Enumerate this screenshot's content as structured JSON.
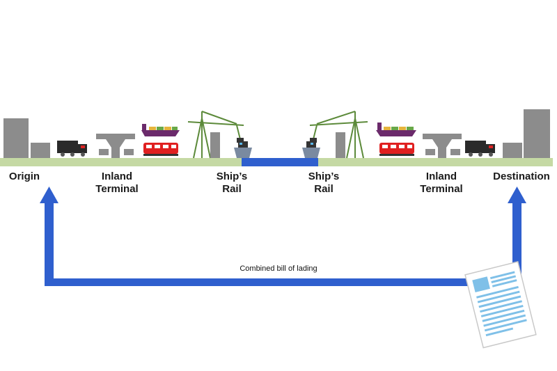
{
  "labels": {
    "origin": "Origin",
    "inland_left": [
      "Inland",
      "Terminal"
    ],
    "ship_rail_left": [
      "Ship’s",
      "Rail"
    ],
    "ship_rail_right": [
      "Ship’s",
      "Rail"
    ],
    "inland_right": [
      "Inland",
      "Terminal"
    ],
    "destination": "Destination"
  },
  "caption": "Combined bill of lading",
  "colors": {
    "ground": "#c5d9a4",
    "sea_band": "#2f5fce",
    "arrow": "#2f5fce",
    "building": "#8c8c8c",
    "truck": "#2a2a2a",
    "train": "#e02020",
    "crane": "#5c8a3a",
    "document": "#7fc0e8"
  },
  "icons": [
    "warehouse-icon",
    "truck-icon",
    "terminal-icon",
    "barge-icon",
    "train-icon",
    "crane-icon",
    "ship-icon",
    "document-icon",
    "arrow-icon"
  ]
}
